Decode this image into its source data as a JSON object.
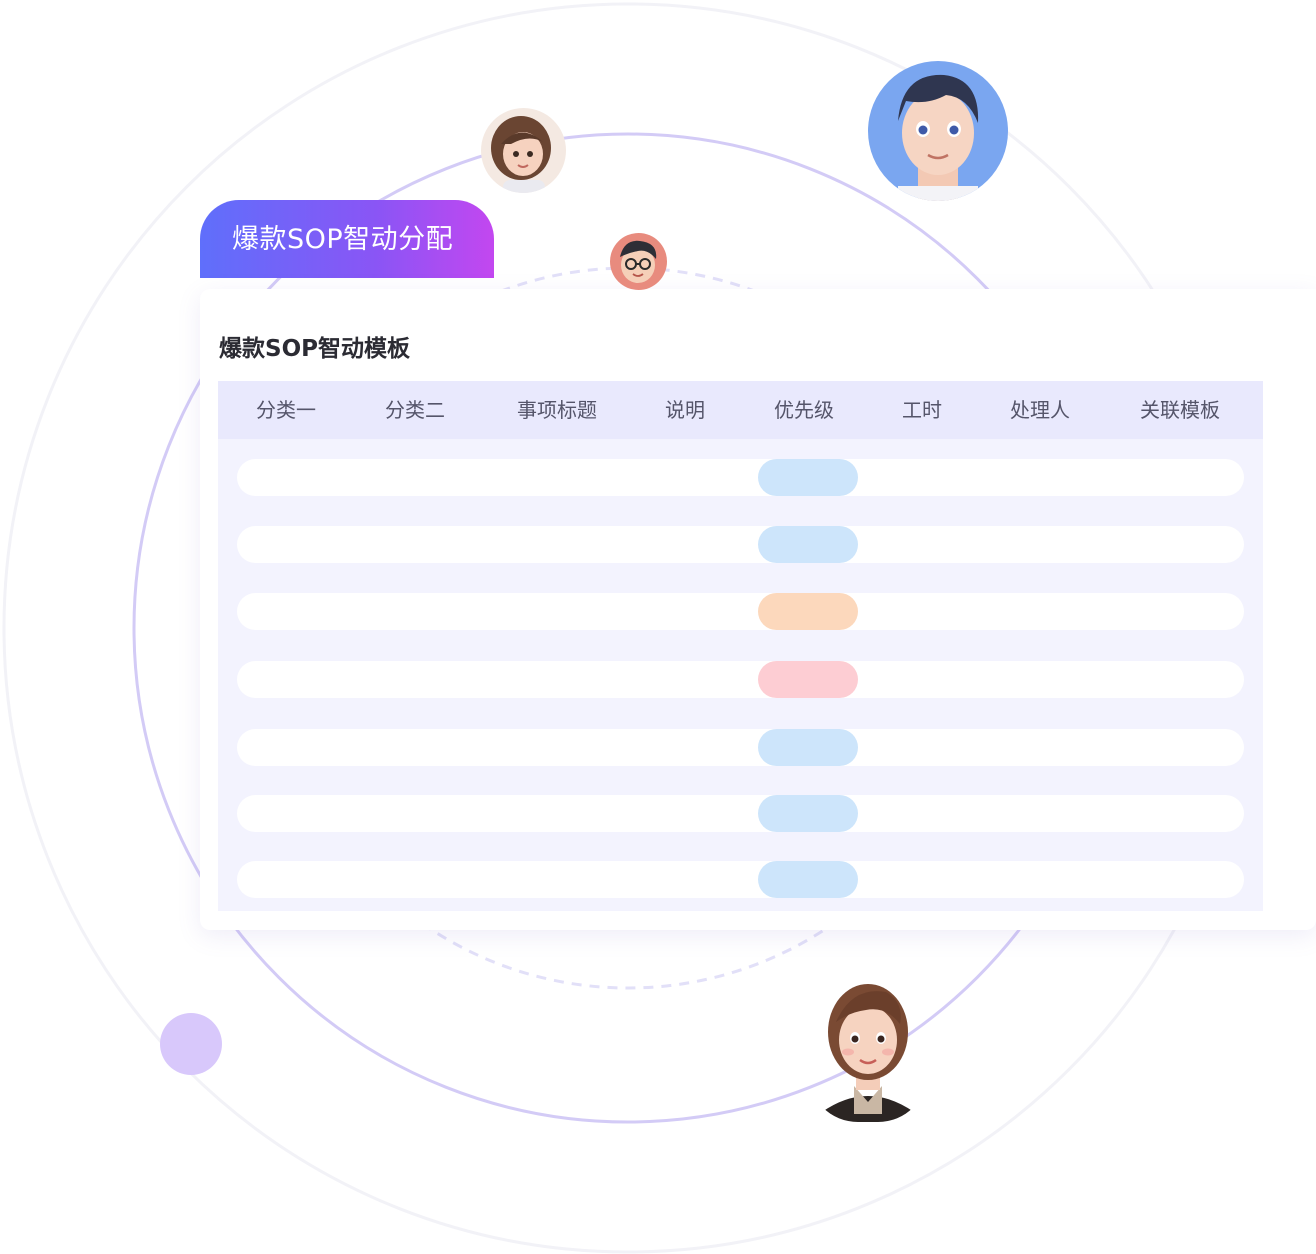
{
  "banner": {
    "label": "爆款SOP智动分配"
  },
  "card": {
    "title": "爆款SOP智动模板"
  },
  "table": {
    "headers": [
      "分类一",
      "分类二",
      "事项标题",
      "说明",
      "优先级",
      "工时",
      "处理人",
      "关联模板"
    ],
    "rows": [
      {
        "priority_color": "#cde5fb"
      },
      {
        "priority_color": "#cde5fb"
      },
      {
        "priority_color": "#fcd8bc"
      },
      {
        "priority_color": "#fdcdd3"
      },
      {
        "priority_color": "#cde5fb"
      },
      {
        "priority_color": "#cde5fb"
      },
      {
        "priority_color": "#cde5fb"
      }
    ]
  },
  "colors": {
    "accent_start": "#5f6ffb",
    "accent_end": "#c347f0",
    "orbit": "#d3cbf6",
    "header_bg": "#e9e9fd",
    "body_bg": "#f3f3fe"
  },
  "icons": [
    "avatar-girl-short-hair",
    "avatar-young-man",
    "avatar-boy-glasses",
    "avatar-woman-ponytail"
  ]
}
